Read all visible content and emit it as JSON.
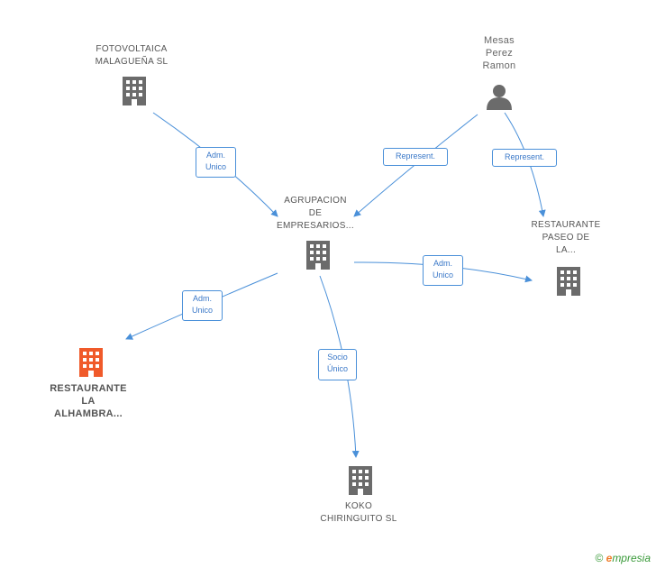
{
  "nodes": {
    "fotovoltaica": {
      "label_lines": [
        "FOTOVOLTAICA",
        "MALAGUEÑA SL"
      ],
      "icon": "building-icon"
    },
    "mesas": {
      "label_lines": [
        "Mesas",
        "Perez",
        "Ramon"
      ],
      "icon": "person-icon"
    },
    "agrupacion": {
      "label_lines": [
        "AGRUPACION",
        "DE",
        "EMPRESARIOS..."
      ],
      "icon": "building-icon"
    },
    "restaurante_paseo": {
      "label_lines": [
        "RESTAURANTE",
        "PASEO DE",
        "LA..."
      ],
      "icon": "building-icon"
    },
    "restaurante_alhambra": {
      "label_lines": [
        "RESTAURANTE",
        "LA",
        "ALHAMBRA..."
      ],
      "icon": "building-icon",
      "color": "#f05a2a"
    },
    "koko": {
      "label_lines": [
        "KOKO",
        "CHIRINGUITO SL"
      ],
      "icon": "building-icon"
    }
  },
  "edges": {
    "fotovoltaica_agrupacion": {
      "lines": [
        "Adm.",
        "Unico"
      ]
    },
    "mesas_agrupacion": {
      "lines": [
        "Represent."
      ]
    },
    "mesas_paseo": {
      "lines": [
        "Represent."
      ]
    },
    "agrupacion_paseo": {
      "lines": [
        "Adm.",
        "Unico"
      ]
    },
    "agrupacion_alhambra": {
      "lines": [
        "Adm.",
        "Unico"
      ]
    },
    "agrupacion_koko": {
      "lines": [
        "Socio",
        "Único"
      ]
    }
  },
  "colors": {
    "edge": "#4a90d9",
    "building": "#6b6b6b",
    "focus": "#f05a2a"
  },
  "footer": {
    "copyright": "©",
    "brand_first": "e",
    "brand_rest": "mpresia"
  }
}
